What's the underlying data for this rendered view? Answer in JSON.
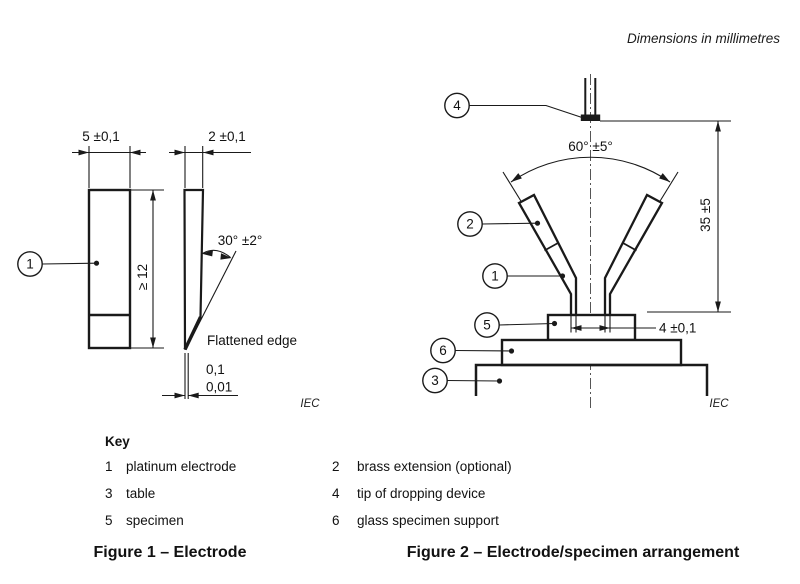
{
  "note": "Dimensions in millimetres",
  "figure1": {
    "dim_width": "5 ±0,1",
    "dim_thickness": "2 ±0,1",
    "dim_length": "≥ 12",
    "dim_angle": "30° ±2°",
    "flattened_edge_label": "Flattened edge",
    "flat_upper": "0,1",
    "flat_lower": "0,01",
    "callout_1": "1",
    "iec": "IEC",
    "caption": "Figure 1 – Electrode"
  },
  "figure2": {
    "dim_angle": "60° ±5°",
    "dim_height": "35 ±5",
    "dim_gap": "4 ±0,1",
    "callout_1": "1",
    "callout_2": "2",
    "callout_3": "3",
    "callout_4": "4",
    "callout_5": "5",
    "callout_6": "6",
    "iec": "IEC",
    "caption": "Figure 2 – Electrode/specimen arrangement"
  },
  "key": {
    "title": "Key",
    "items": [
      {
        "num": "1",
        "label": "platinum electrode"
      },
      {
        "num": "2",
        "label": "brass extension (optional)"
      },
      {
        "num": "3",
        "label": "table"
      },
      {
        "num": "4",
        "label": "tip of dropping device"
      },
      {
        "num": "5",
        "label": "specimen"
      },
      {
        "num": "6",
        "label": "glass specimen support"
      }
    ]
  },
  "colors": {
    "line": "#1a1a1a",
    "background": "#ffffff"
  }
}
